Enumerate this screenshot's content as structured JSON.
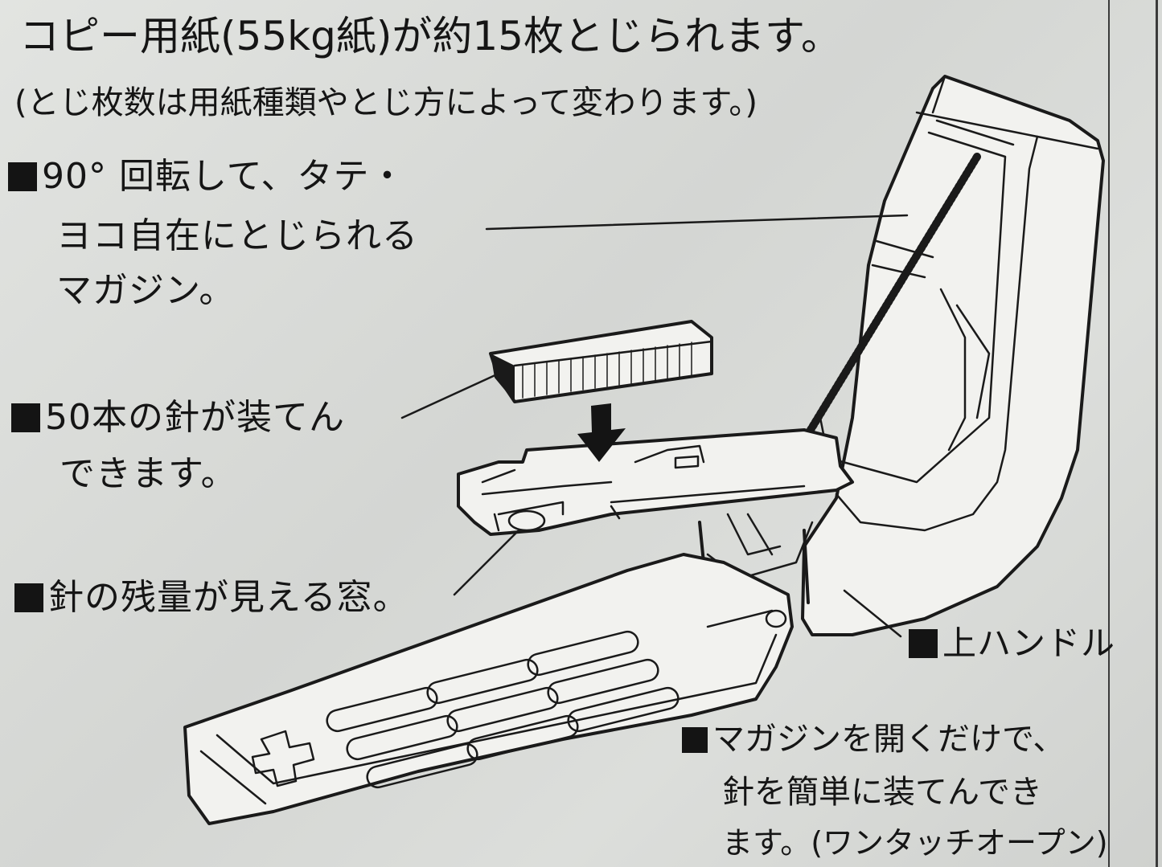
{
  "header": {
    "line1": "コピー用紙(55kg紙)が約15枚とじられます。",
    "line2": "(とじ枚数は用紙種類やとじ方によって変わります。)"
  },
  "callouts": {
    "magazine_rotate": [
      "90° 回転して、タテ・",
      "ヨコ自在にとじられる",
      "マガジン。"
    ],
    "staple_capacity": [
      "50本の針が装てん",
      "できます。"
    ],
    "window": [
      "針の残量が見える窓。"
    ],
    "upper_handle": [
      "上ハンドル"
    ],
    "one_touch_open": [
      "マガジンを開くだけで、",
      "針を簡単に装てんでき",
      "ます。(ワンタッチオープン)"
    ]
  },
  "colors": {
    "paper": "#d9dbd8",
    "ink": "#1a1a1a",
    "device_fill": "#f2f2ef"
  },
  "icons": {
    "bullet": "black-square",
    "arrow": "down-arrow"
  }
}
